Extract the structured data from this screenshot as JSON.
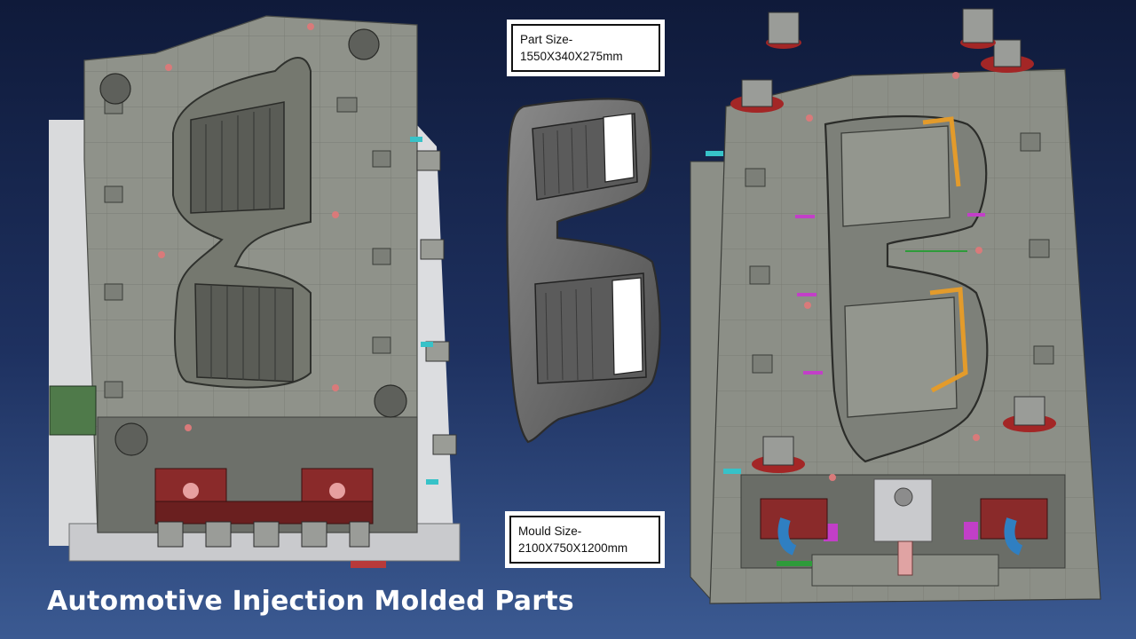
{
  "labels": {
    "part_size_label": "Part Size-",
    "part_size_value": "1550X340X275mm",
    "mould_size_label": "Mould Size-",
    "mould_size_value": "2100X750X1200mm"
  },
  "caption": "Automotive Injection Molded Parts",
  "colors": {
    "background_top": "#0f1a3a",
    "background_bottom": "#3b5a92",
    "mould_steel": "#8c8f86",
    "part_gray": "#6f6f6f",
    "hot_runner_red": "#8a2a2a",
    "cooling_blue": "#2f7fc2",
    "accent_orange": "#e39b2b",
    "ejector_magenta": "#c23fc8"
  }
}
